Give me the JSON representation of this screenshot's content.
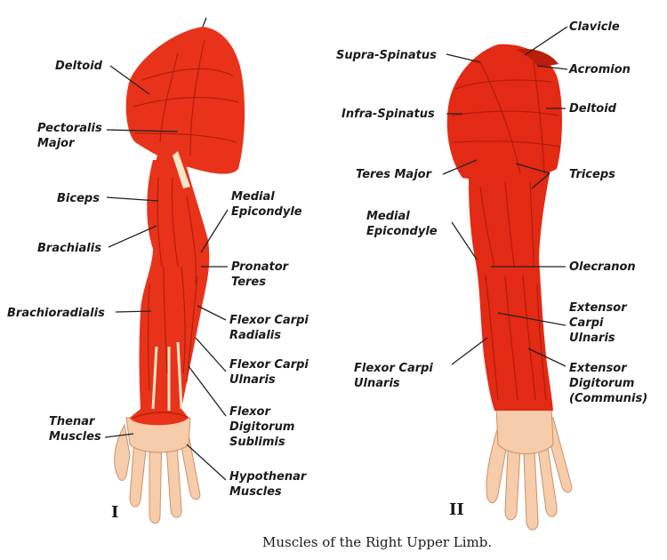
{
  "figure": {
    "caption": "Muscles of the Right Upper Limb.",
    "panel_left_label": "I",
    "panel_right_label": "II"
  },
  "colors": {
    "muscle": "#e8321a",
    "muscle_dark": "#b81e0b",
    "skin": "#f6ccaa",
    "tendon": "#f3e7c7",
    "background": "#ffffff"
  },
  "left_labels": [
    {
      "line1": "Deltoid",
      "line2": ""
    },
    {
      "line1": "Pectoralis",
      "line2": "Major"
    },
    {
      "line1": "Biceps",
      "line2": ""
    },
    {
      "line1": "Brachialis",
      "line2": ""
    },
    {
      "line1": "Brachioradialis",
      "line2": ""
    },
    {
      "line1": "Thenar",
      "line2": "Muscles"
    },
    {
      "line1": "Medial",
      "line2": "Epicondyle"
    },
    {
      "line1": "Pronator",
      "line2": "Teres"
    },
    {
      "line1": "Flexor Carpi",
      "line2": "Radialis"
    },
    {
      "line1": "Flexor Carpi",
      "line2": "Ulnaris"
    },
    {
      "line1": "Flexor",
      "line2": "Digitorum",
      "line3": "Sublimis"
    },
    {
      "line1": "Hypothenar",
      "line2": "Muscles"
    }
  ],
  "right_labels": [
    {
      "line1": "Supra-Spinatus",
      "line2": ""
    },
    {
      "line1": "Infra-Spinatus",
      "line2": ""
    },
    {
      "line1": "Teres Major",
      "line2": ""
    },
    {
      "line1": "Medial",
      "line2": "Epicondyle"
    },
    {
      "line1": "Flexor Carpi",
      "line2": "Ulnaris"
    },
    {
      "line1": "Clavicle",
      "line2": ""
    },
    {
      "line1": "Acromion",
      "line2": ""
    },
    {
      "line1": "Deltoid",
      "line2": ""
    },
    {
      "line1": "Triceps",
      "line2": ""
    },
    {
      "line1": "Olecranon",
      "line2": ""
    },
    {
      "line1": "Extensor",
      "line2": "Carpi",
      "line3": "Ulnaris"
    },
    {
      "line1": "Extensor",
      "line2": "Digitorum",
      "line3": "(Communis)"
    }
  ]
}
